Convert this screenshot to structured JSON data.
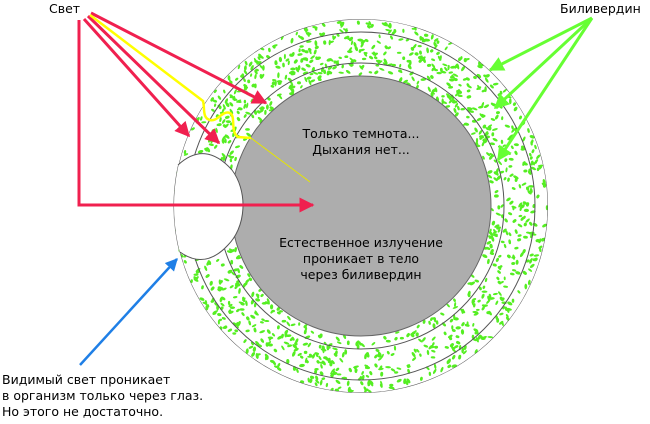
{
  "labels": {
    "light": "Свет",
    "biliverdin": "Биливердин",
    "inner_top_1": "Только темнота...",
    "inner_top_2": "Дыхания нет...",
    "inner_bottom_1": "Естественное излучение",
    "inner_bottom_2": "проникает в тело",
    "inner_bottom_3": "через биливердин",
    "caption_1": "Видимый свет проникает",
    "caption_2": "в организм только через глаз.",
    "caption_3": "Но этого не достаточно."
  },
  "colors": {
    "light_arrow": "#f0204f",
    "yellow_ray": "#ffff00",
    "biliverdin_arrow": "#66ff33",
    "dots": "#55ee22",
    "eye_arrow": "#1f7fe6",
    "core": "#adadad",
    "ring_line": "#555555"
  }
}
